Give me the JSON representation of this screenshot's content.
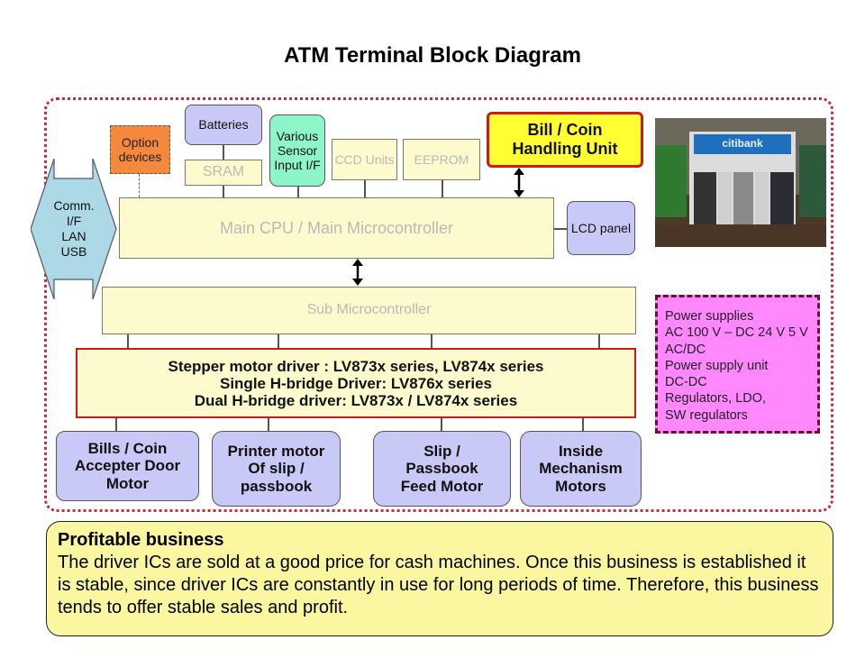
{
  "title": "ATM Terminal Block Diagram",
  "blocks": {
    "option_devices": "Option devices",
    "batteries": "Batteries",
    "sram": "SRAM",
    "sensor": "Various Sensor Input I/F",
    "ccd": "CCD Units",
    "eeprom": "EEPROM",
    "bill_coin": "Bill / Coin Handling Unit",
    "comm": [
      "Comm.",
      "I/F",
      "LAN",
      "USB"
    ],
    "main_cpu": "Main CPU / Main Microcontroller",
    "lcd": "LCD panel",
    "sub_mcu": "Sub Microcontroller",
    "drivers": [
      "Stepper motor driver : LV873x series, LV874x series",
      "Single H-bridge Driver: LV876x series",
      "Dual H-bridge driver:  LV873x / LV874x series"
    ],
    "motors": [
      "Bills / Coin Accepter Door Motor",
      "Printer motor Of slip / passbook",
      "Slip / Passbook Feed Motor",
      "Inside Mechanism Motors"
    ]
  },
  "power": [
    "Power supplies",
    "AC 100 V – DC 24 V 5 V",
    "AC/DC",
    "Power supply unit",
    "DC-DC",
    "Regulators,  LDO,",
    "SW regulators"
  ],
  "photo": {
    "caption": "citibank",
    "alt": "ATM machines photo"
  },
  "note": {
    "heading": "Profitable business",
    "body": "The driver ICs are sold at a good price for cash machines. Once this business is established it is stable, since driver ICs are constantly in use for long periods of time. Therefore, this business tends to offer stable sales and profit."
  },
  "colors": {
    "frame": "#c0303a",
    "cream": "#fdfbcd",
    "lavender": "#c9c9f7",
    "yellow": "#ffff33",
    "orange": "#f4883c",
    "green": "#8ef5c8",
    "blue": "#add8e6",
    "pink": "#ff88ff"
  }
}
